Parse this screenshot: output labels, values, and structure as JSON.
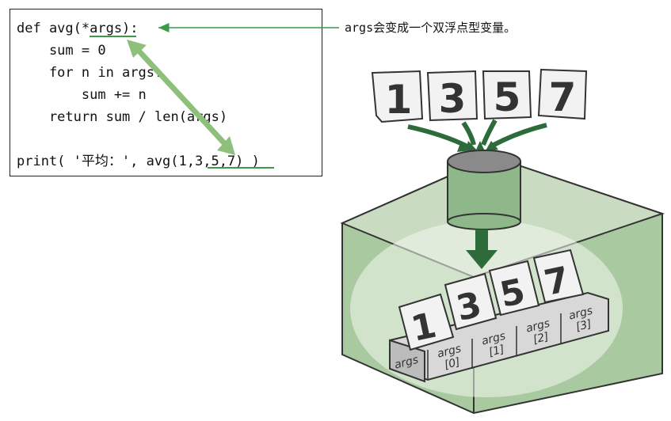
{
  "code": {
    "lines": [
      "def avg(*args):",
      "    sum = 0",
      "    for n in args:",
      "        sum += n",
      "    return sum / len(args)",
      "",
      "print( '平均：', avg(1,3,5,7) )"
    ]
  },
  "annotation": {
    "text": "args会变成一个双浮点型变量。"
  },
  "illustration": {
    "input_cards": [
      "1",
      "3",
      "5",
      "7"
    ],
    "box_cards": [
      "1",
      "3",
      "5",
      "7"
    ],
    "tuple_label": "args",
    "slot_labels": [
      "args\n[0]",
      "args\n[1]",
      "args\n[2]",
      "args\n[3]"
    ]
  },
  "colors": {
    "arrow_green": "#3a9a4a",
    "highlight_green": "#8ec07c",
    "dark_green": "#2e6b3a",
    "box_green": "#a9c9a0"
  }
}
